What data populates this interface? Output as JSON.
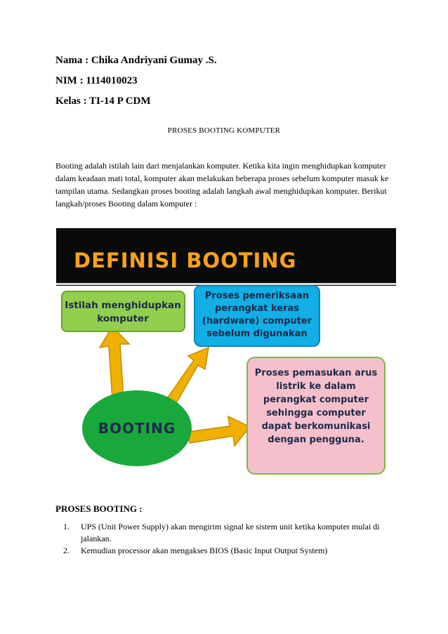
{
  "header": {
    "nama": "Nama :  Chika Andriyani Gumay .S.",
    "nim": "NIM : 1114010023",
    "kelas": "Kelas : TI-14 P CDM"
  },
  "title": "PROSES BOOTING KOMPUTER",
  "intro": "Booting adalah istilah lain dari menjalankan komputer. Ketika kita ingin menghidupkan komputer dalam keadaan mati total, komputer akan melakukan beberapa proses sebelum komputer masuk ke tampilan utama. Sedangkan proses booting adalah langkah awal menghidupkan komputer. Berikut langkah/proses Booting dalam komputer :",
  "infographic": {
    "banner": "DEFINISI BOOTING",
    "center": "BOOTING",
    "box_green": [
      "Istilah menghidupkan",
      "komputer"
    ],
    "box_blue": [
      "Proses pemeriksaan",
      "perangkat keras",
      "(hardware) computer",
      "sebelum digunakan"
    ],
    "box_pink": [
      "Proses pemasukan arus",
      "listrik ke dalam",
      "perangkat computer",
      "sehingga computer",
      "dapat berkomunikasi",
      "dengan pengguna."
    ],
    "colors": {
      "banner_bg": "#0a0a0a",
      "banner_text": "#f6a21a",
      "green_box": "#92cf4e",
      "blue_box": "#12aee6",
      "pink_box": "#f5c0cb",
      "ellipse": "#19a83c",
      "arrow": "#f0b000"
    }
  },
  "proses_heading": "PROSES BOOTING :",
  "steps": [
    {
      "num": "1.",
      "text": "UPS (Unit Power Supply) akan mengirim signal ke sistem unit ketika komputer mulai di jalankan."
    },
    {
      "num": "2.",
      "text": "Kemudian processor akan mengakses BIOS (Basic Input Output System)"
    }
  ]
}
